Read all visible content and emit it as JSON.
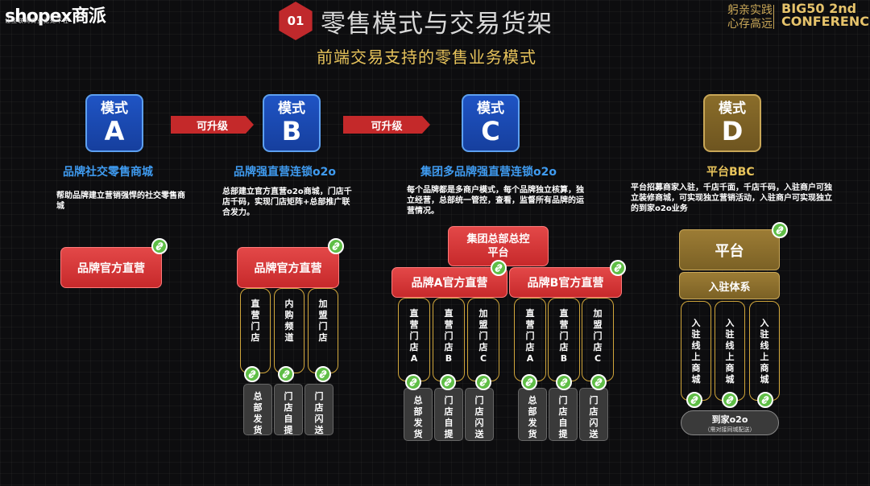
{
  "header": {
    "logo": "shopex商派",
    "logo_sub": "让互联网商业无处不在",
    "section_num": "01",
    "title": "零售模式与交易货架",
    "subtitle": "前端交易支持的零售业务模式",
    "conf_line1": "躬亲实践",
    "conf_line2": "心存高远",
    "big_line1": "BIG50  2nd",
    "big_line2": "CONFERENCE"
  },
  "modes": [
    {
      "label": "模式",
      "key": "A",
      "name": "品牌社交零售商城",
      "desc": "帮助品牌建立营销强悍的社交零售商城"
    },
    {
      "label": "模式",
      "key": "B",
      "name": "品牌强直营连锁o2o",
      "desc": "总部建立官方直营o2o商城，门店千店千码，实现门店矩阵+总部推广联合发力。"
    },
    {
      "label": "模式",
      "key": "C",
      "name": "集团多品牌强直营连锁o2o",
      "desc": "每个品牌都是多商户模式，每个品牌独立核算，独立经营，总部统一管控，查看，监督所有品牌的运营情况。"
    },
    {
      "label": "模式",
      "key": "D",
      "name": "平台BBC",
      "desc": "平台招募商家入驻，千店千面，千店千码，入驻商户可独立装修商城，可实现独立营销活动，入驻商户可实现独立的到家o2o业务"
    }
  ],
  "arrows": [
    "可升级",
    "可升级"
  ],
  "a": {
    "box": "品牌官方直营"
  },
  "b": {
    "box": "品牌官方直营",
    "cols": [
      "直营门店",
      "内购频道",
      "加盟门店"
    ],
    "subs": [
      "总部发货",
      "门店自提",
      "门店闪送"
    ]
  },
  "c": {
    "top": "集团总部总控平台",
    "brands": [
      {
        "box": "品牌A官方直营",
        "cols": [
          "直营门店A",
          "直营门店B",
          "加盟门店C"
        ],
        "subs": [
          "总部发货",
          "门店自提",
          "门店闪送"
        ]
      },
      {
        "box": "品牌B官方直营",
        "cols": [
          "直营门店A",
          "直营门店B",
          "加盟门店C"
        ],
        "subs": [
          "总部发货",
          "门店自提",
          "门店闪送"
        ]
      }
    ]
  },
  "d": {
    "platform": "平台",
    "system": "入驻体系",
    "cols": [
      "入驻线上商城",
      "入驻线上商城",
      "入驻线上商城"
    ],
    "pill_title": "到家o2o",
    "pill_sub": "（需对接同城配送）"
  }
}
